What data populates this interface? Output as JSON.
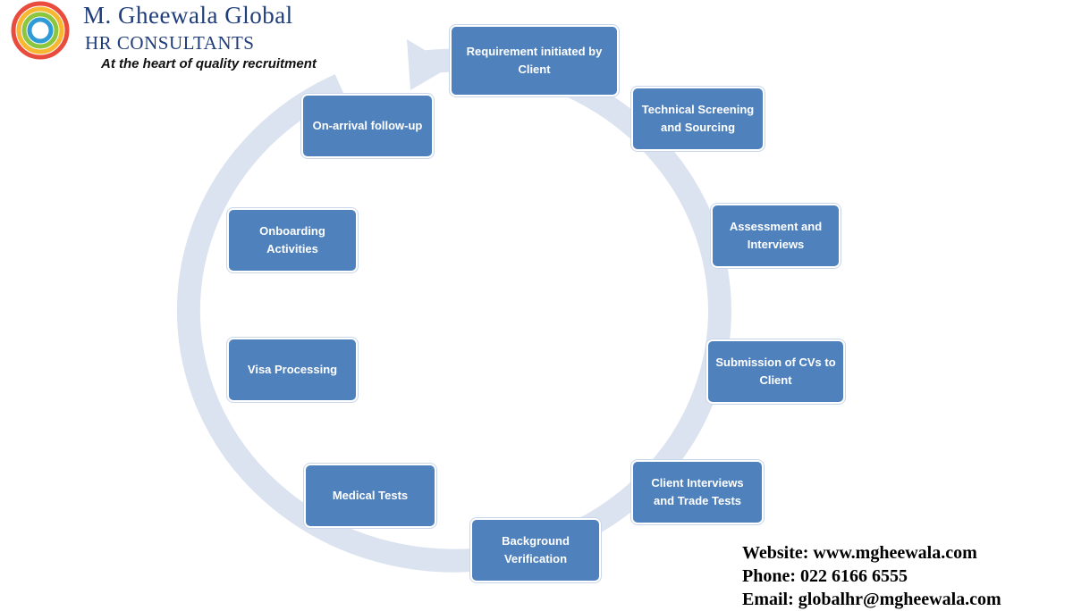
{
  "header": {
    "company_name": "M. Gheewala Global",
    "company_sub": "HR CONSULTANTS",
    "tagline": "At the heart of quality recruitment",
    "logo_colors": [
      "#e94b3c",
      "#f7b731",
      "#8cc63f",
      "#2e9bd6",
      "#1f3d7a"
    ]
  },
  "cycle": {
    "arrow_color": "#dbe3f0",
    "box_color": "#4f81bd",
    "steps": [
      "Requirement initiated by Client",
      "Technical Screening and Sourcing",
      "Assessment and Interviews",
      "Submission of CVs to Client",
      "Client Interviews and Trade Tests",
      "Background Verification",
      "Medical Tests",
      "Visa Processing",
      "Onboarding Activities",
      "On-arrival follow-up"
    ]
  },
  "contact": {
    "website": "Website: www.mgheewala.com",
    "phone": "Phone: 022 6166 6555",
    "email": "Email: globalhr@mgheewala.com"
  }
}
